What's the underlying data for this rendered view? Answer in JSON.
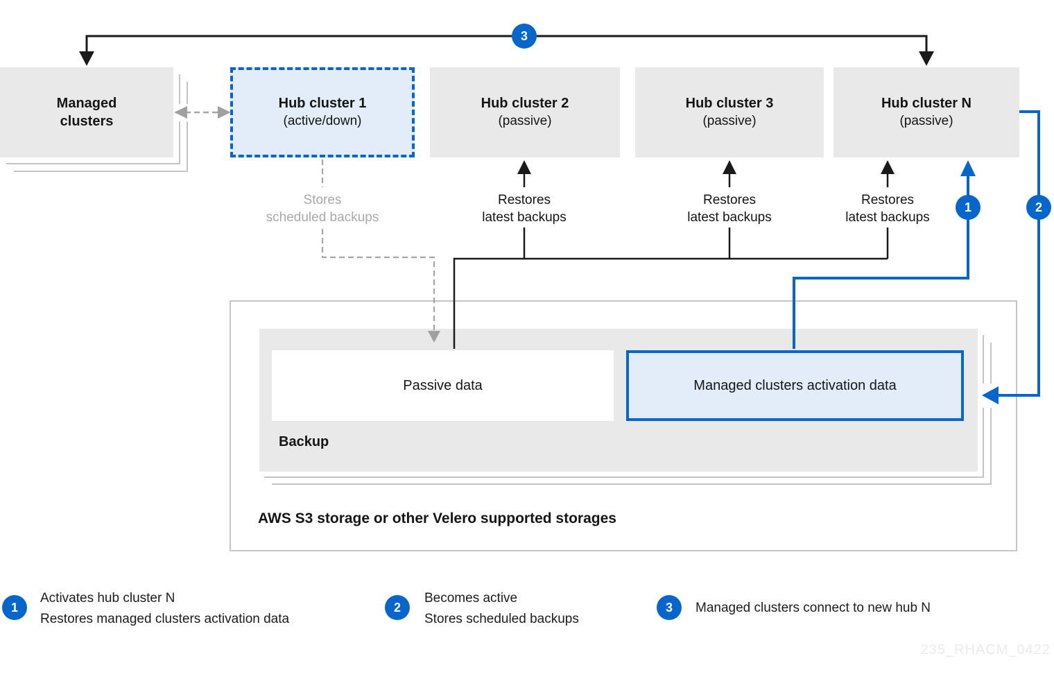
{
  "nodes": {
    "managed": {
      "title": "Managed clusters"
    },
    "hub1": {
      "title": "Hub cluster 1",
      "subtitle": "(active/down)"
    },
    "hub2": {
      "title": "Hub cluster 2",
      "subtitle": "(passive)"
    },
    "hub3": {
      "title": "Hub cluster 3",
      "subtitle": "(passive)"
    },
    "hubN": {
      "title": "Hub cluster N",
      "subtitle": "(passive)"
    }
  },
  "labels": {
    "stores": {
      "line1": "Stores",
      "line2": "scheduled backups"
    },
    "restores": {
      "line1": "Restores",
      "line2": "latest backups"
    }
  },
  "storage": {
    "backup": "Backup",
    "passive": "Passive data",
    "activation": "Managed clusters activation data",
    "container": "AWS S3 storage or other Velero supported storages"
  },
  "badges": {
    "b1": "1",
    "b2": "2",
    "b3": "3"
  },
  "legend": [
    {
      "num": "1",
      "line1": "Activates hub cluster N",
      "line2": "Restores managed clusters activation data"
    },
    {
      "num": "2",
      "line1": "Becomes active",
      "line2": "Stores scheduled backups"
    },
    {
      "num": "3",
      "line1": "Managed clusters connect to new hub N"
    }
  ],
  "watermark": "235_RHACM_0422",
  "colors": {
    "accent_blue": "#0666cb",
    "node_gray_fill": "#e9e9e9",
    "highlight_blue_fill": "#e2edf9",
    "muted_text_gray": "#a9a9a9",
    "line_black": "#1a1a1a"
  }
}
